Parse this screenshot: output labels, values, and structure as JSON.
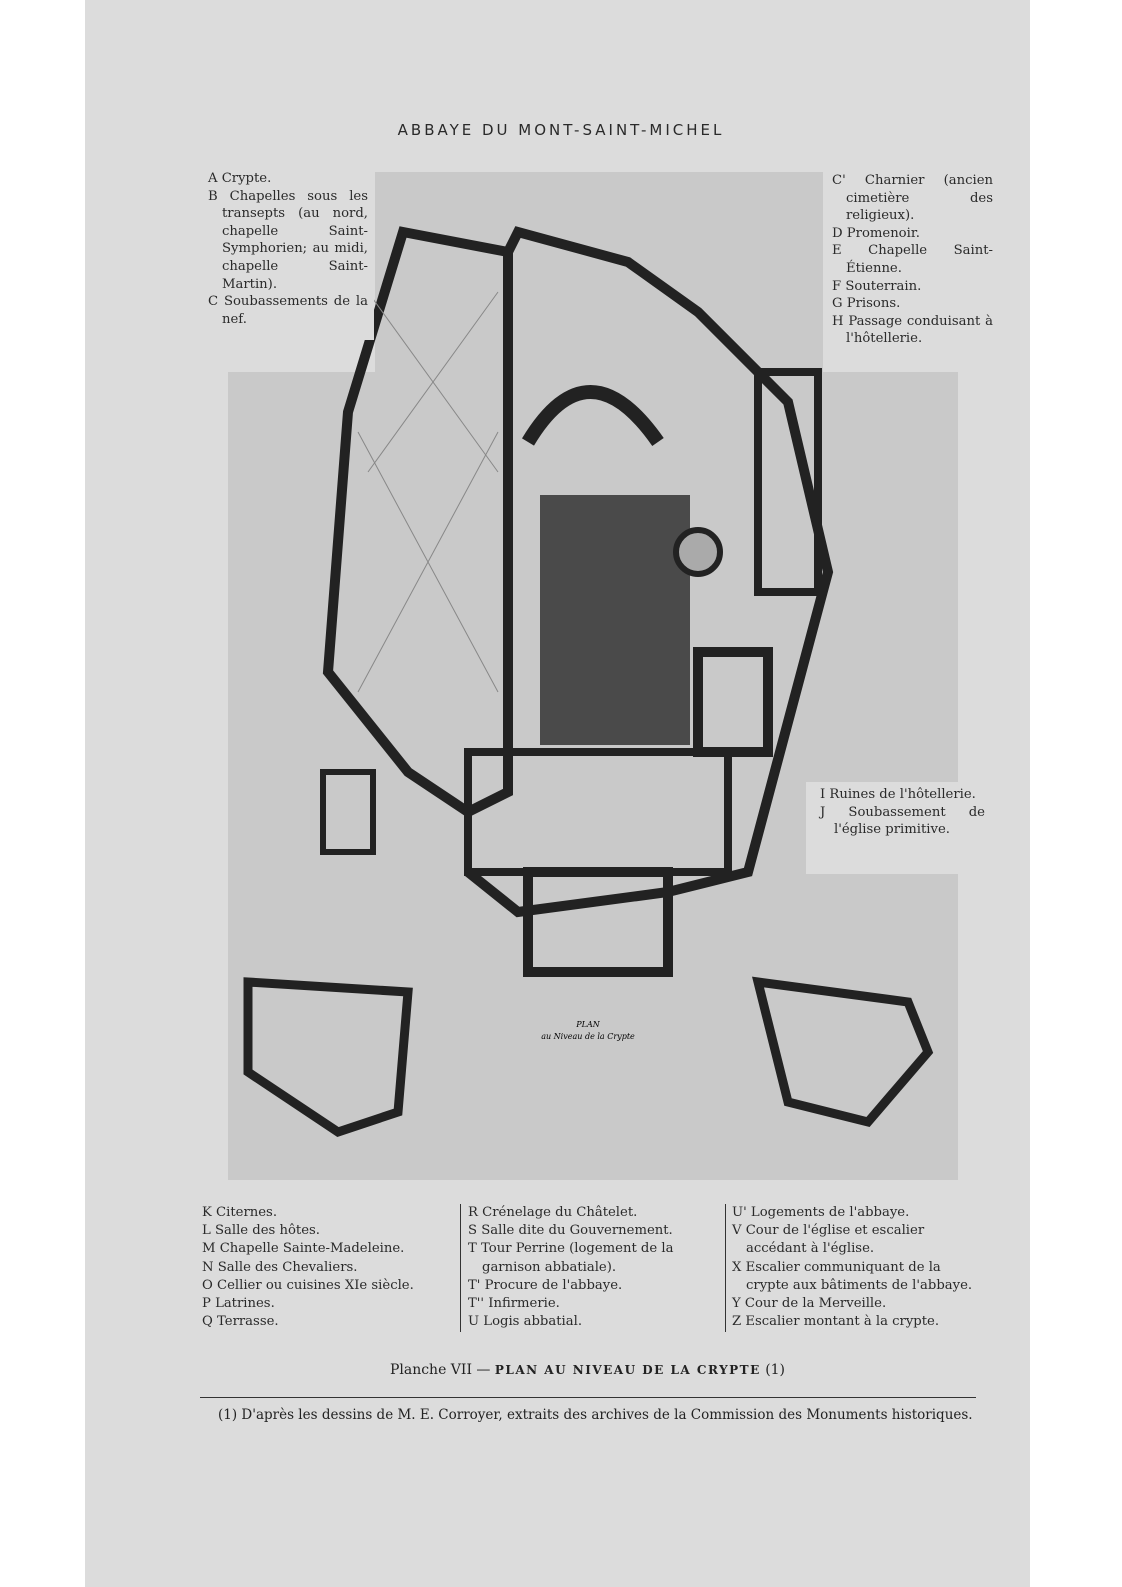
{
  "header": {
    "title": "ABBAYE DU MONT-SAINT-MICHEL"
  },
  "legend_top_left": [
    "A Crypte.",
    "B Chapelles sous les transepts (au nord, chapelle Saint-Symphorien; au midi, chapelle Saint-Martin).",
    "C Soubassements de la nef."
  ],
  "legend_top_right": [
    "C' Charnier (ancien cimetière des religieux).",
    "D Promenoir.",
    "E Chapelle Saint-Étienne.",
    "F Souterrain.",
    "G Prisons.",
    "H Passage conduisant à l'hôtellerie."
  ],
  "legend_mid_right": [
    "I Ruines de l'hôtellerie.",
    "J Soubassement de l'église primitive."
  ],
  "plan_labels": {
    "plan_title": "PLAN",
    "plan_subtitle": "au Niveau de la Crypte"
  },
  "legend_bottom": {
    "col1": [
      "K Citernes.",
      "L Salle des hôtes.",
      "M Chapelle Sainte-Madeleine.",
      "N Salle des Chevaliers.",
      "O Cellier ou cuisines XIe siècle.",
      "P Latrines.",
      "Q Terrasse."
    ],
    "col2": [
      "R Crénelage du Châtelet.",
      "S Salle dite du Gouvernement.",
      "T Tour Perrine (logement de la garnison abbatiale).",
      "T' Procure de l'abbaye.",
      "T'' Infirmerie.",
      "U Logis abbatial."
    ],
    "col3": [
      "U' Logements de l'abbaye.",
      "V Cour de l'église et escalier accédant à l'église.",
      "X Escalier communiquant de la crypte aux bâtiments de l'abbaye.",
      "Y Cour de la Merveille.",
      "Z Escalier montant à la crypte."
    ]
  },
  "caption": {
    "prefix": "Planche VII — ",
    "title": "PLAN AU NIVEAU DE LA CRYPTE",
    "note_ref": "(1)"
  },
  "footnote": "(1) D'après les dessins de M. E. Corroyer, extraits des archives de la Commission des Monuments historiques."
}
